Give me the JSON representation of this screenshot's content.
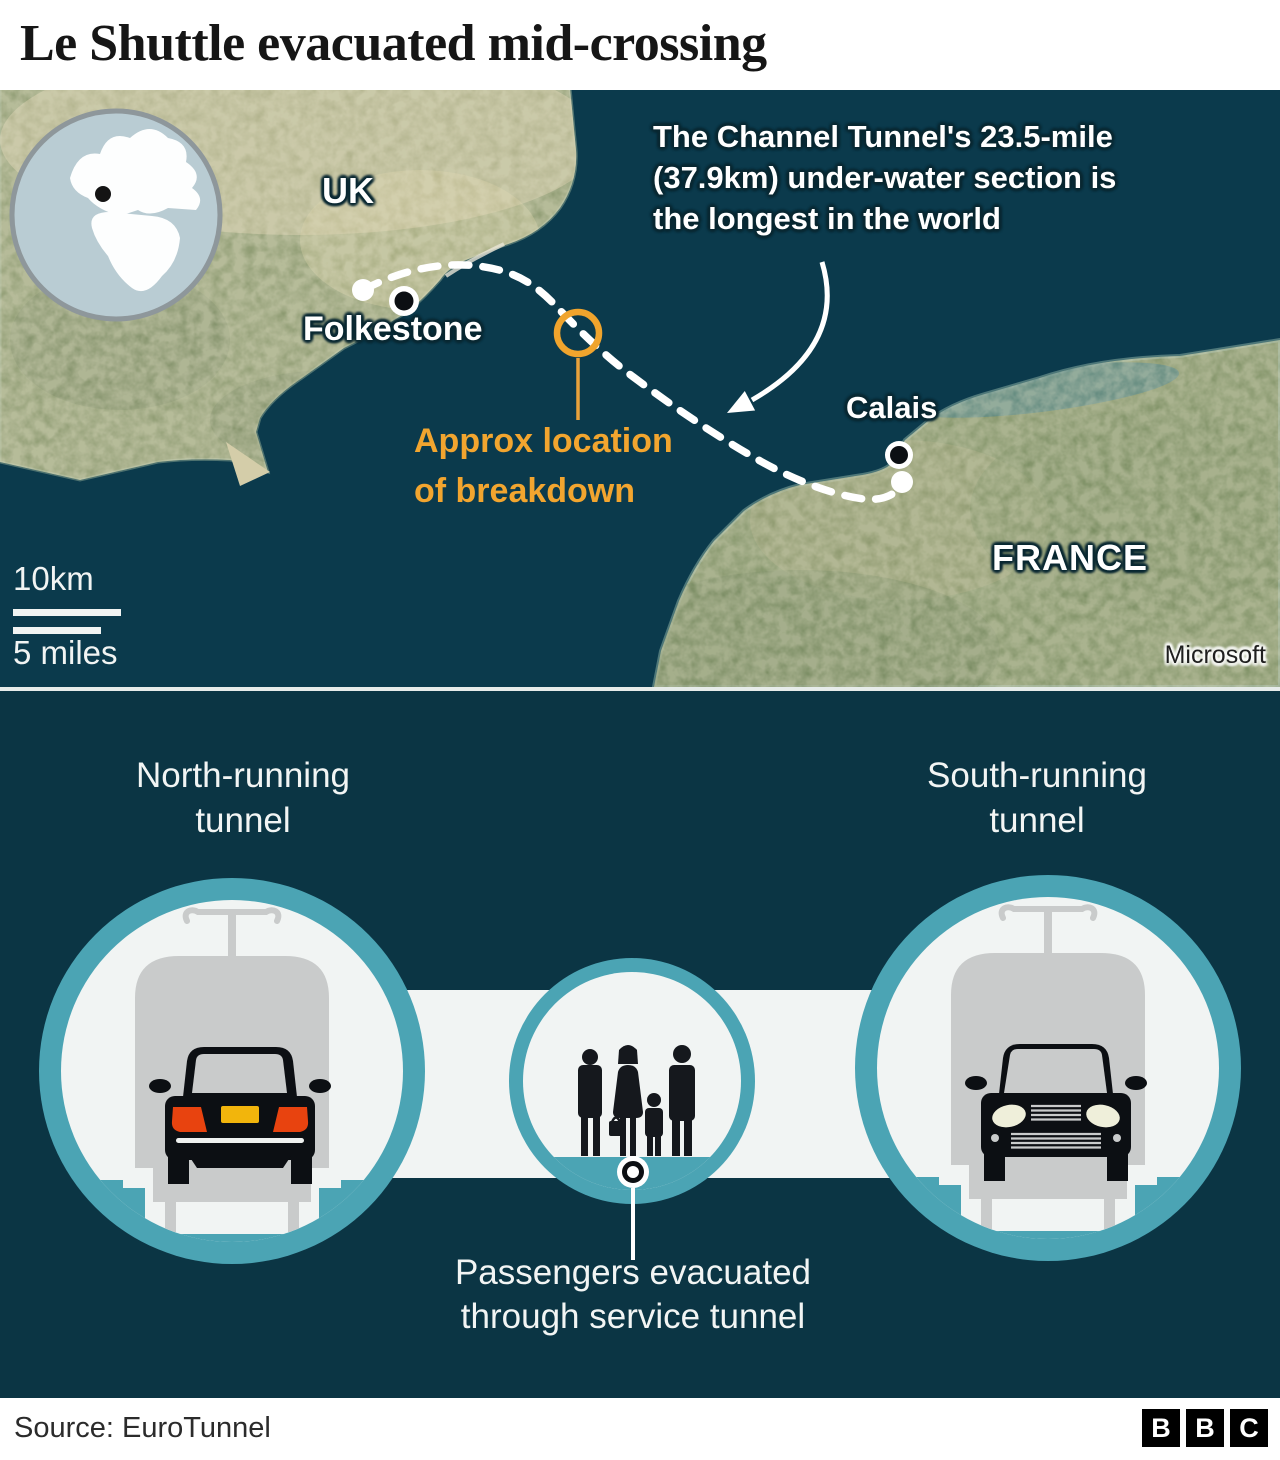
{
  "title": "Le Shuttle evacuated mid-crossing",
  "map": {
    "annotation": {
      "line1": "The Channel Tunnel's 23.5-mile",
      "line2": "(37.9km) under-water section is",
      "line3": "the longest in the world"
    },
    "labels": {
      "uk": "UK",
      "folkestone": "Folkestone",
      "calais": "Calais",
      "france": "FRANCE"
    },
    "breakdown": {
      "line1": "Approx location",
      "line2": "of breakdown",
      "marker_color": "#f0a42d"
    },
    "scale": {
      "km": "10km",
      "miles": "5 miles"
    },
    "attribution": "Microsoft",
    "colors": {
      "sea": "#0b3a4c",
      "land_uk": "#7a8a5e",
      "land_france": "#66804f",
      "route": "#ffffff"
    }
  },
  "diagram": {
    "left_tunnel": {
      "line1": "North-running",
      "line2": "tunnel"
    },
    "right_tunnel": {
      "line1": "South-running",
      "line2": "tunnel"
    },
    "caption": {
      "line1": "Passengers evacuated",
      "line2": "through service tunnel"
    },
    "colors": {
      "background": "#0b3544",
      "ring_teal": "#4ba4b4",
      "train_grey": "#c9cbcb",
      "car_black": "#0c0f13",
      "taillight": "#e8430f",
      "plate": "#f2b50c"
    }
  },
  "footer": {
    "source": "Source: EuroTunnel",
    "logo_letters": [
      "B",
      "B",
      "C"
    ]
  }
}
